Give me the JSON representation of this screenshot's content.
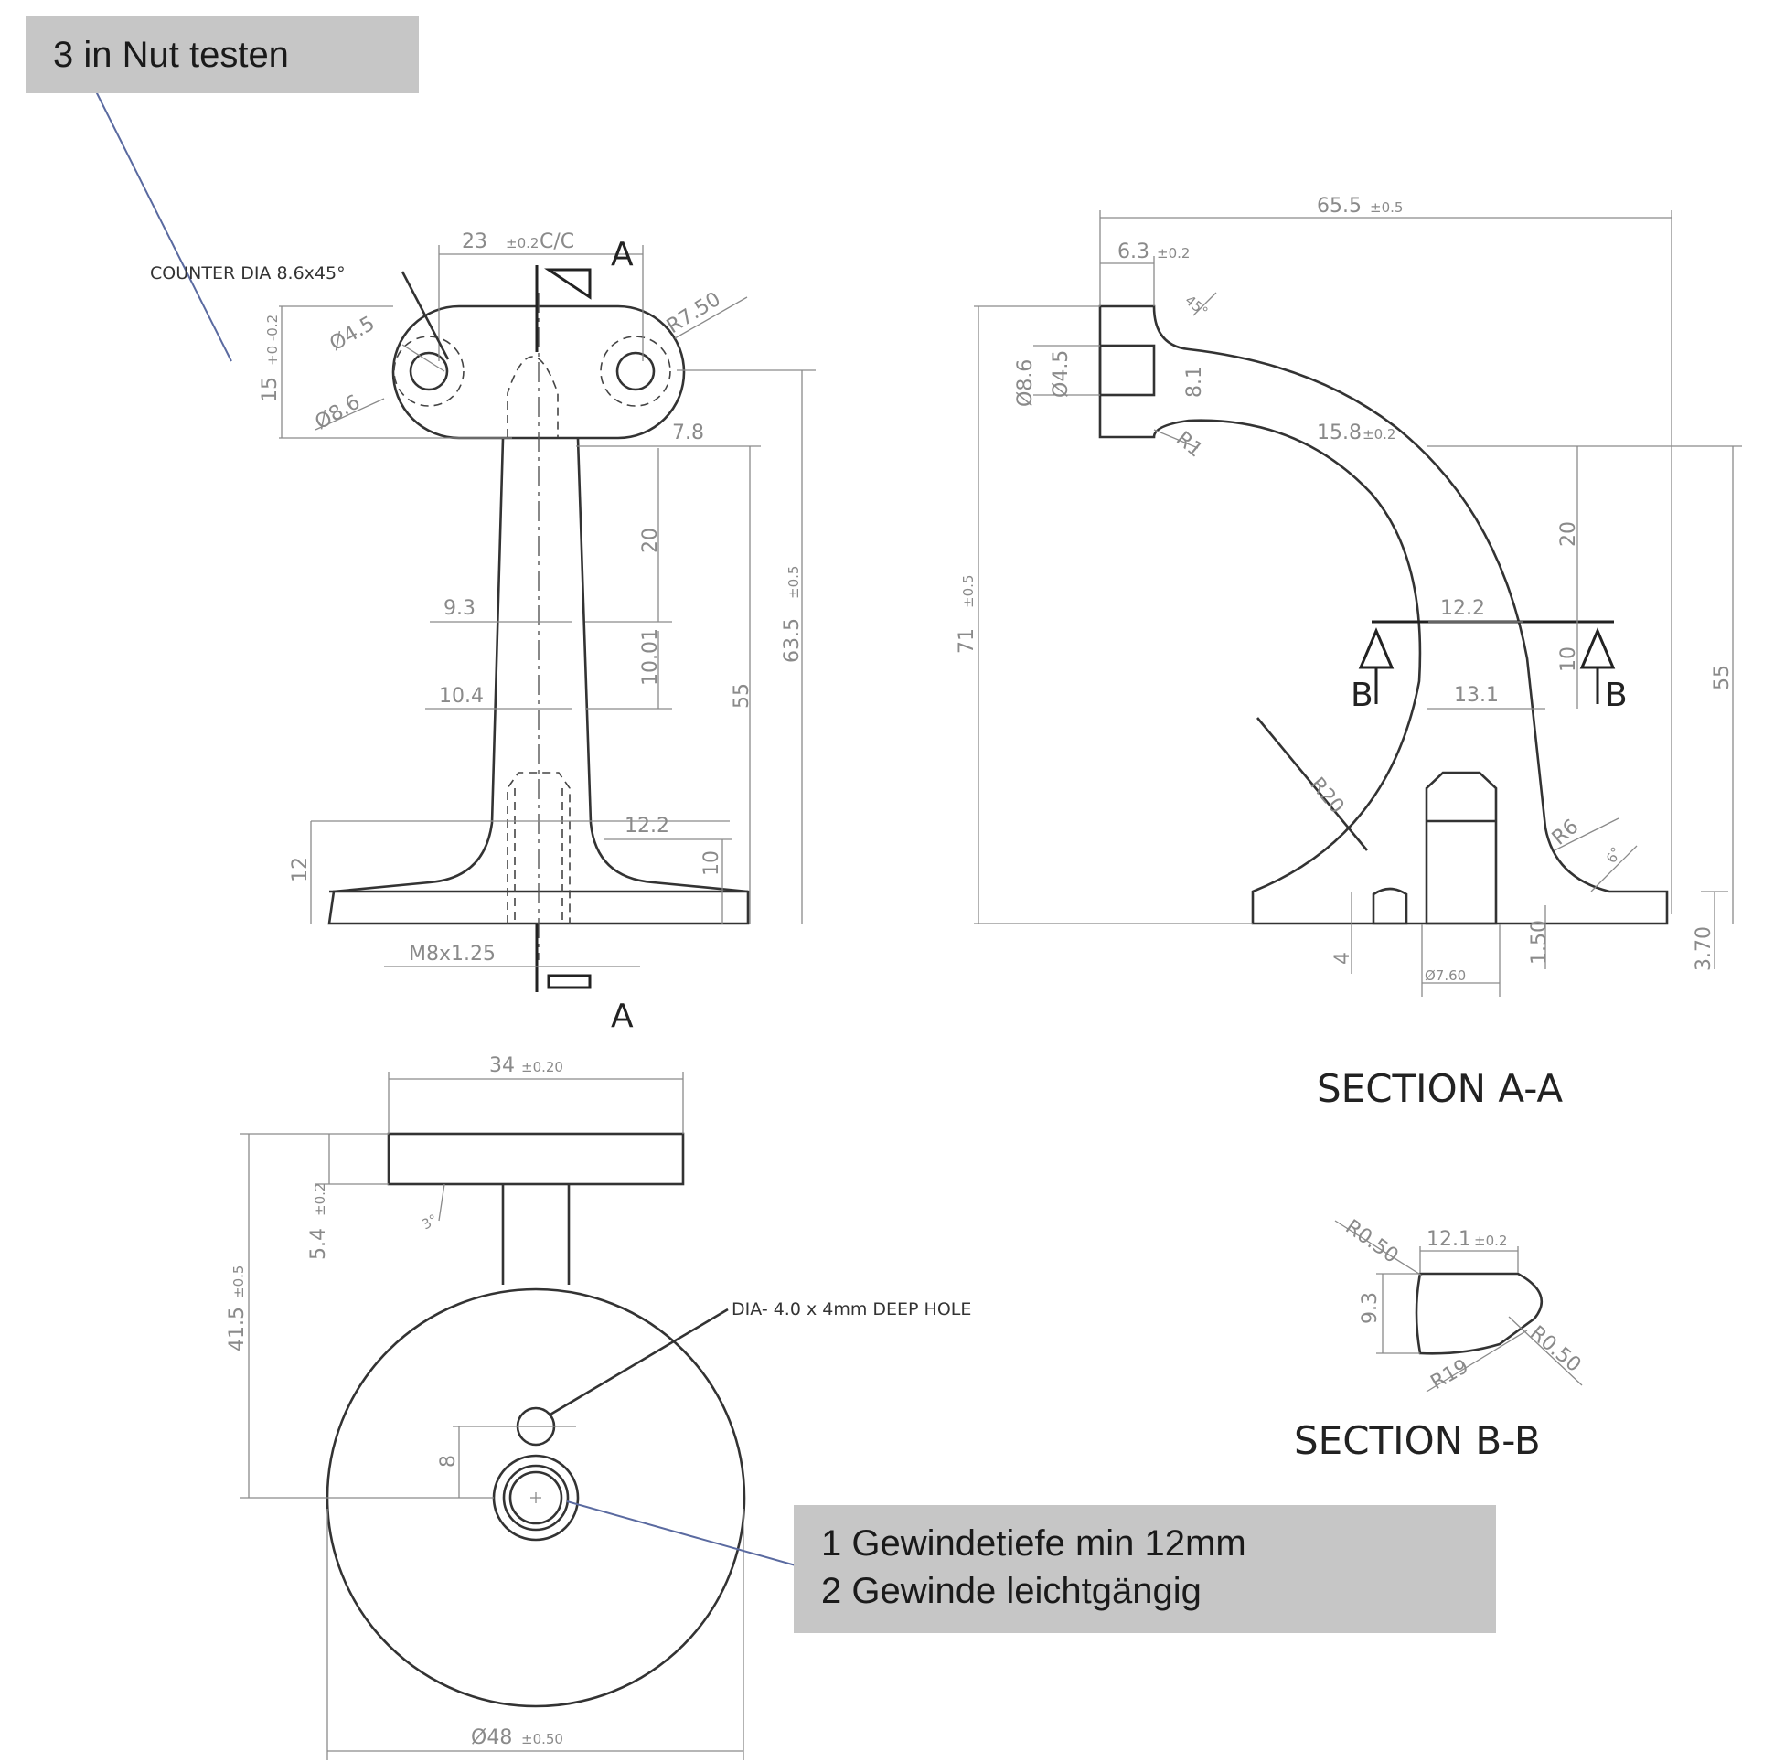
{
  "notes": {
    "top_left": "3 in Nut testen",
    "bottom_line1": "1 Gewindetiefe min 12mm",
    "bottom_line2": "2 Gewinde leichtgängig"
  },
  "front_view": {
    "counter_note": "COUNTER DIA 8.6x45°",
    "cc": "23",
    "cc_tol": "±0.2",
    "cc_suffix": "C/C",
    "r750": "R7.50",
    "d45": "Ø4.5",
    "d86": "Ø8.6",
    "h15": "15",
    "h15_tol": "+0 -0.2",
    "d78": "7.8",
    "d20": "20",
    "d93": "9.3",
    "d1001": "10.01",
    "d104": "10.4",
    "d55": "55",
    "d635": "63.5",
    "d635_tol": "±0.5",
    "d122": "12.2",
    "d12": "12",
    "d10": "10",
    "thread": "M8x1.25",
    "section_letter": "A"
  },
  "section_aa": {
    "title": "SECTION A-A",
    "d655": "65.5",
    "d655_tol": "±0.5",
    "d63": "6.3",
    "d63_tol": "±0.2",
    "ang45": "45°",
    "d86": "Ø8.6",
    "d45": "Ø4.5",
    "d81": "8.1",
    "r1": "R1",
    "d158": "15.8",
    "d158_tol": "±0.2",
    "d20": "20",
    "d71": "71",
    "d71_tol": "±0.5",
    "d122": "12.2",
    "d10": "10",
    "d131": "13.1",
    "d55": "55",
    "r20": "R20",
    "r6": "R6",
    "ang6": "6°",
    "d4": "4",
    "d150": "1.50",
    "d370": "3.70",
    "d760": "Ø7.60",
    "section_letter": "B"
  },
  "section_bb": {
    "title": "SECTION B-B",
    "r050a": "R0.50",
    "d121": "12.1",
    "d121_tol": "±0.2",
    "d93": "9.3",
    "r050b": "R0.50",
    "r19": "R19"
  },
  "bottom_view": {
    "d34": "34",
    "d34_tol": "±0.20",
    "d54": "5.4",
    "d54_tol": "±0.2",
    "ang3": "3°",
    "d415": "41.5",
    "d415_tol": "±0.5",
    "hole_note": "DIA- 4.0 x 4mm DEEP HOLE",
    "d8": "8",
    "d48": "Ø48",
    "d48_tol": "±0.50"
  }
}
